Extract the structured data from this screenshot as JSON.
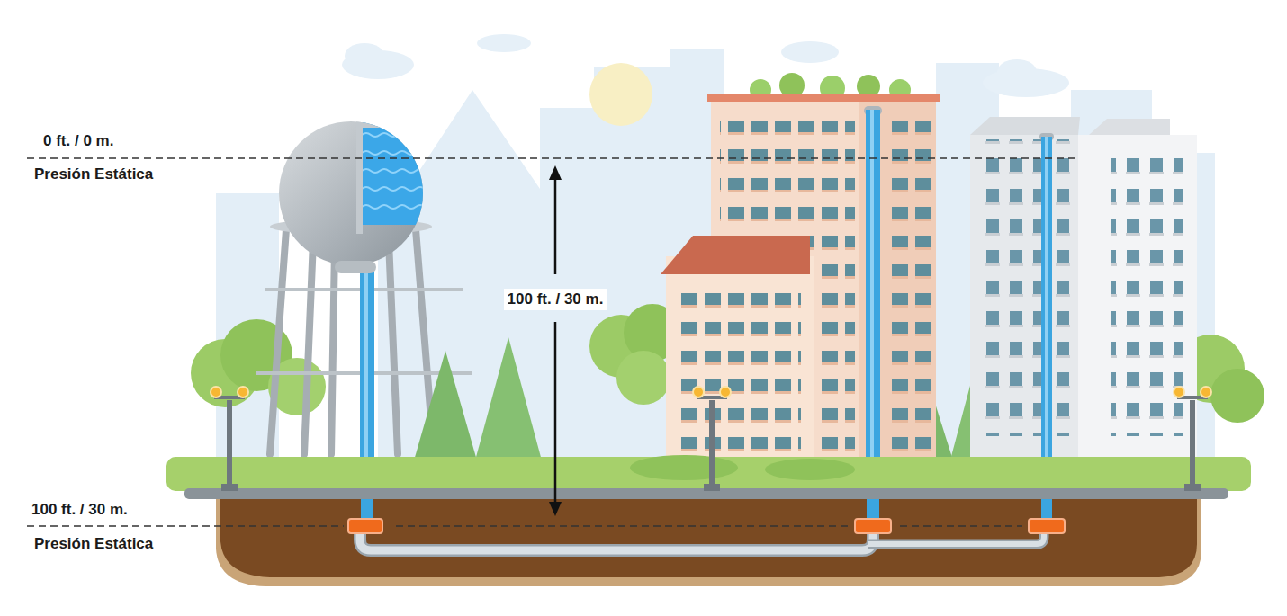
{
  "diagram": {
    "labels": [
      "0 ft. / 0 m.",
      "Presión Estática",
      "100 ft. / 30 m.",
      "100 ft. / 30 m.",
      "Presión Estática"
    ]
  }
}
